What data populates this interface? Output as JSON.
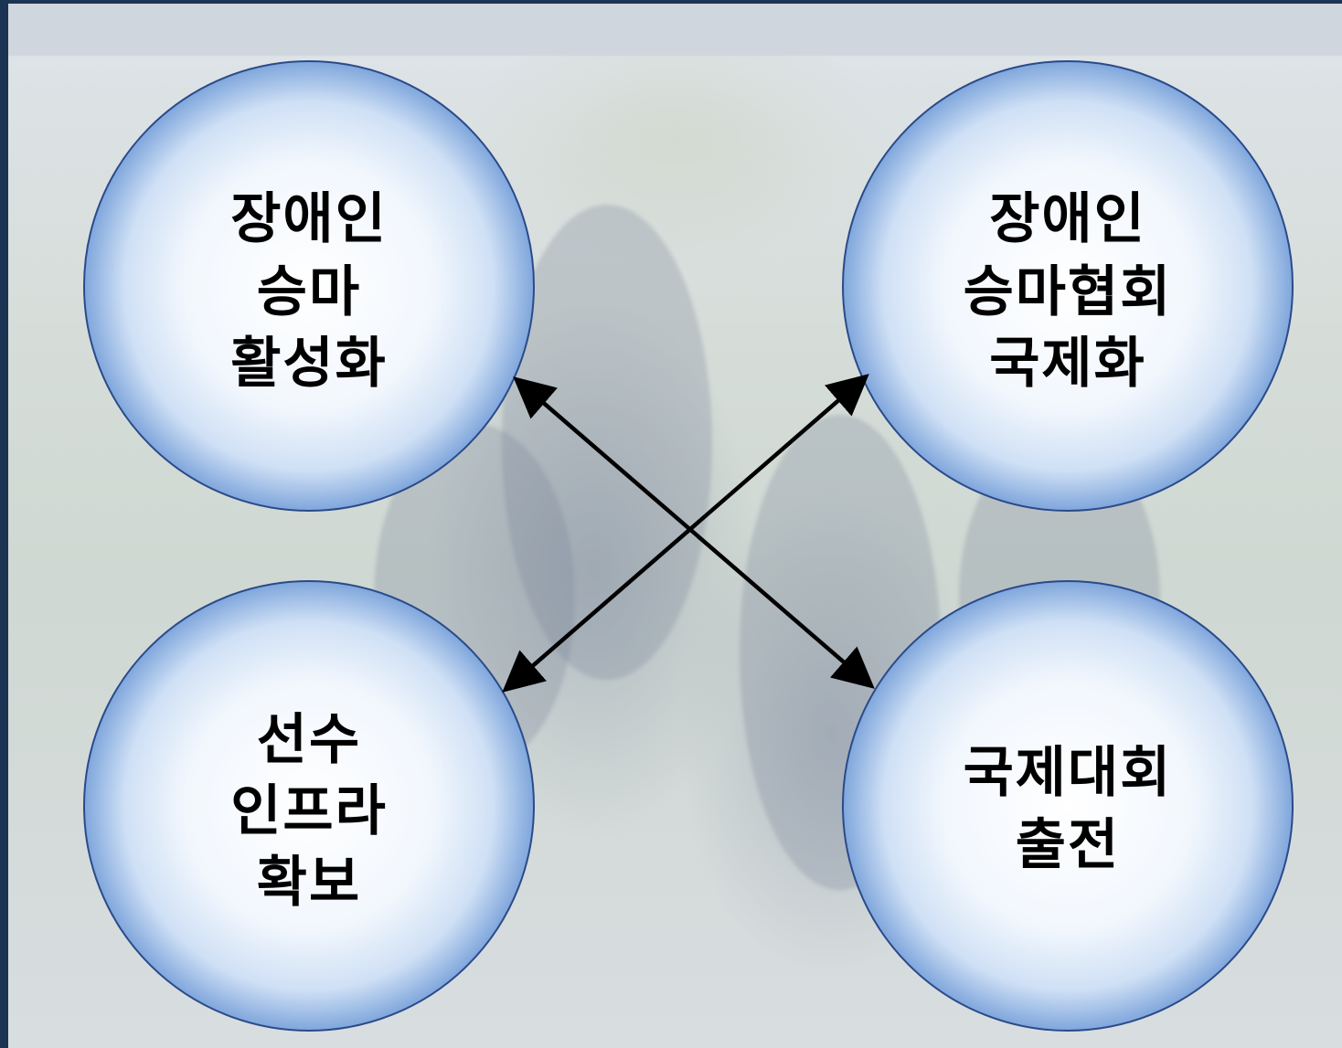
{
  "nodes": [
    {
      "id": "top-left",
      "lines": [
        "장애인",
        "승마",
        "활성화"
      ]
    },
    {
      "id": "top-right",
      "lines": [
        "장애인",
        "승마협회",
        "국제화"
      ]
    },
    {
      "id": "bottom-left",
      "lines": [
        "선수",
        "인프라",
        "확보"
      ]
    },
    {
      "id": "bottom-right",
      "lines": [
        "국제대회",
        "출전"
      ]
    }
  ],
  "connections": [
    {
      "from": "top-left",
      "to": "bottom-right",
      "arrows": "both"
    },
    {
      "from": "top-right",
      "to": "bottom-left",
      "arrows": "both"
    }
  ],
  "colors": {
    "frame": "#1c3454",
    "circle_center": "#ffffff",
    "circle_edge": "#7fa6dc",
    "circle_stroke": "#2b4a8a",
    "arrow": "#000000"
  }
}
